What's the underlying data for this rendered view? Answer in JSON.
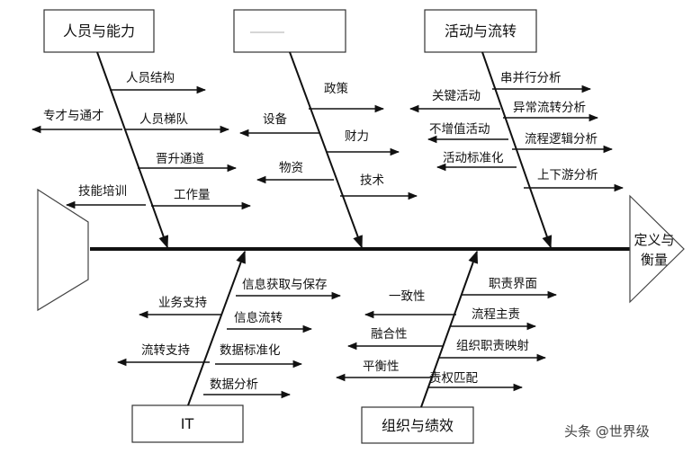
{
  "categories": {
    "people": "人员与能力",
    "blank": "",
    "activity": "活动与流转",
    "it": "IT",
    "org": "组织与绩效"
  },
  "head": "定义与衡量",
  "people": [
    "人员结构",
    "专才与通才",
    "人员梯队",
    "晋升通道",
    "技能培训",
    "工作量"
  ],
  "blank_branch": [
    "政策",
    "设备",
    "财力",
    "物资",
    "技术"
  ],
  "activity": [
    "串并行分析",
    "关键活动",
    "异常流转分析",
    "不增值活动",
    "流程逻辑分析",
    "活动标准化",
    "上下游分析"
  ],
  "it": [
    "信息获取与保存",
    "业务支持",
    "信息流转",
    "流转支持",
    "数据标准化",
    "数据分析"
  ],
  "org": [
    "职责界面",
    "一致性",
    "流程主责",
    "融合性",
    "组织职责映射",
    "平衡性",
    "责权匹配"
  ],
  "watermark": "头条 @世界级"
}
